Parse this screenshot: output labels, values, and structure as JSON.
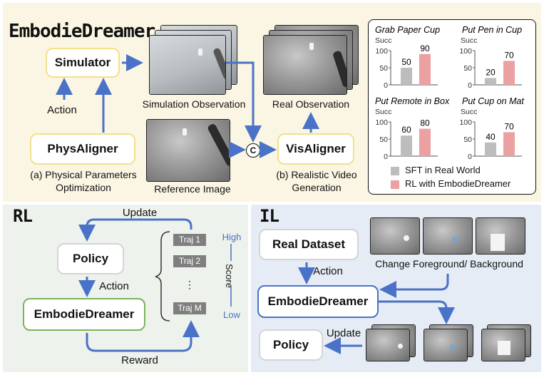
{
  "top": {
    "title": "EmbodieDreamer",
    "simulator": "Simulator",
    "physaligner": "PhysAligner",
    "visaligner": "VisAligner",
    "action": "Action",
    "sim_obs": "Simulation Observation",
    "real_obs": "Real Observation",
    "ref_img": "Reference Image",
    "phys_caption_1": "(a) Physical Parameters",
    "phys_caption_2": "Optimization",
    "vis_caption_1": "(b) Realistic Video",
    "vis_caption_2": "Generation",
    "concat_symbol": "C"
  },
  "rl": {
    "title": "RL",
    "update": "Update",
    "policy": "Policy",
    "action": "Action",
    "dreamer": "EmbodieDreamer",
    "reward": "Reward",
    "trajs": [
      "Traj 1",
      "Traj 2",
      "⋮",
      "Traj M"
    ],
    "high": "High",
    "low": "Low",
    "score": "Score"
  },
  "il": {
    "title": "IL",
    "real_dataset": "Real Dataset",
    "action": "Action",
    "change": "Change Foreground/ Background",
    "dreamer": "EmbodieDreamer",
    "update": "Update",
    "policy": "Policy"
  },
  "legend": {
    "sft": "SFT in Real World",
    "rl": "RL with EmbodieDreamer",
    "sft_color": "#bdbdbd",
    "rl_color": "#eba1a1"
  },
  "chart_data": [
    {
      "type": "bar",
      "title": "Grab Paper Cup",
      "ylabel": "Succ",
      "ylim": [
        0,
        100
      ],
      "series": [
        {
          "name": "SFT in Real World",
          "values": [
            50
          ]
        },
        {
          "name": "RL with EmbodieDreamer",
          "values": [
            90
          ]
        }
      ]
    },
    {
      "type": "bar",
      "title": "Put Pen in Cup",
      "ylabel": "Succ",
      "ylim": [
        0,
        100
      ],
      "series": [
        {
          "name": "SFT in Real World",
          "values": [
            20
          ]
        },
        {
          "name": "RL with EmbodieDreamer",
          "values": [
            70
          ]
        }
      ]
    },
    {
      "type": "bar",
      "title": "Put Remote in Box",
      "ylabel": "Succ",
      "ylim": [
        0,
        100
      ],
      "series": [
        {
          "name": "SFT in Real World",
          "values": [
            60
          ]
        },
        {
          "name": "RL with EmbodieDreamer",
          "values": [
            80
          ]
        }
      ]
    },
    {
      "type": "bar",
      "title": "Put Cup on Mat",
      "ylabel": "Succ",
      "ylim": [
        0,
        100
      ],
      "series": [
        {
          "name": "SFT in Real World",
          "values": [
            40
          ]
        },
        {
          "name": "RL with EmbodieDreamer",
          "values": [
            70
          ]
        }
      ]
    }
  ]
}
